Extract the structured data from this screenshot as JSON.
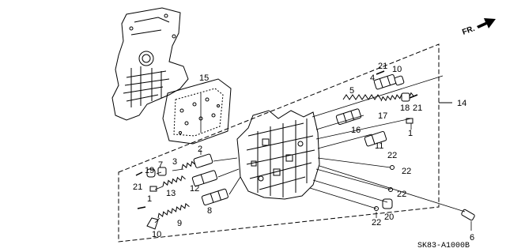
{
  "diagram": {
    "direction_label": "FR.",
    "part_code": "SK83-A1000B",
    "callouts": {
      "c1a": "1",
      "c1b": "1",
      "c2": "2",
      "c3": "3",
      "c4": "4",
      "c5": "5",
      "c6": "6",
      "c7": "7",
      "c8": "8",
      "c9": "9",
      "c10a": "10",
      "c10b": "10",
      "c11": "11",
      "c12": "12",
      "c13": "13",
      "c14": "14",
      "c15": "15",
      "c16": "16",
      "c17": "17",
      "c18": "18",
      "c19": "19",
      "c20": "20",
      "c21a": "21",
      "c21b": "21",
      "c21c": "21",
      "c22a": "22",
      "c22b": "22",
      "c22c": "22",
      "c22d": "22"
    }
  }
}
